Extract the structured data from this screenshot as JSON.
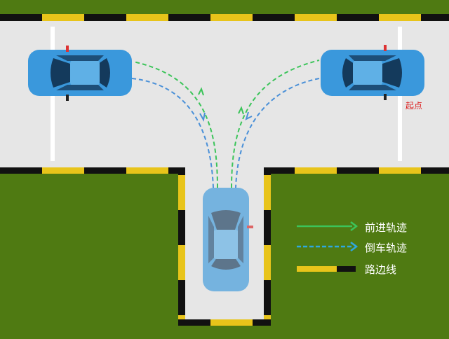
{
  "start_label": "起点",
  "legend": [
    {
      "label": "前进轨迹",
      "line": "solid-arrow",
      "color": "#3cc45a"
    },
    {
      "label": "倒车轨迹",
      "line": "dashed-arrow",
      "color": "#2ea8e0"
    },
    {
      "label": "路边线",
      "line": "curb",
      "color": "#f2d21a"
    }
  ],
  "colors": {
    "grass": "#4f7a12",
    "road": "#e6e6e6",
    "car": "#3a98dc",
    "forward": "#3cc45a",
    "reverse": "#4a90d8",
    "curb_yellow": "#e8c41a",
    "curb_black": "#111111"
  }
}
